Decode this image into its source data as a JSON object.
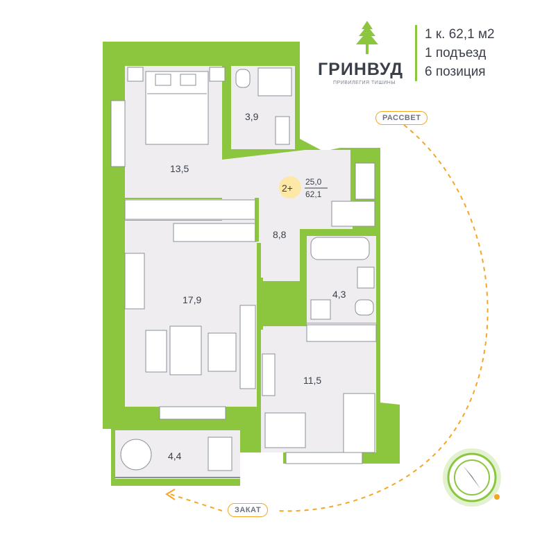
{
  "brand": {
    "name": "ГРИНВУД",
    "slogan": "ПРИВИЛЕГИЯ ТИШИНЫ"
  },
  "apartment_info": {
    "line1": "1 к. 62,1 м2",
    "line2": "1 подъезд",
    "line3": "6 позиция"
  },
  "rooms": {
    "bedroom": "13,5",
    "bathroom": "3,9",
    "hall": "8,8",
    "living_kitchen": "17,9",
    "bath2": "4,3",
    "room2": "11,5",
    "balcony": "4,4"
  },
  "summary": {
    "badge": "2+",
    "living_area": "25,0",
    "total_area": "62,1"
  },
  "directions": {
    "sunrise": "РАССВЕТ",
    "sunset": "ЗАКАТ"
  },
  "colors": {
    "wall_green": "#8cc63f",
    "room_fill": "#efedf0",
    "badge_yellow": "#fde8a6",
    "sun_arc": "#f5a623",
    "text_dark": "#3a3f4a"
  }
}
